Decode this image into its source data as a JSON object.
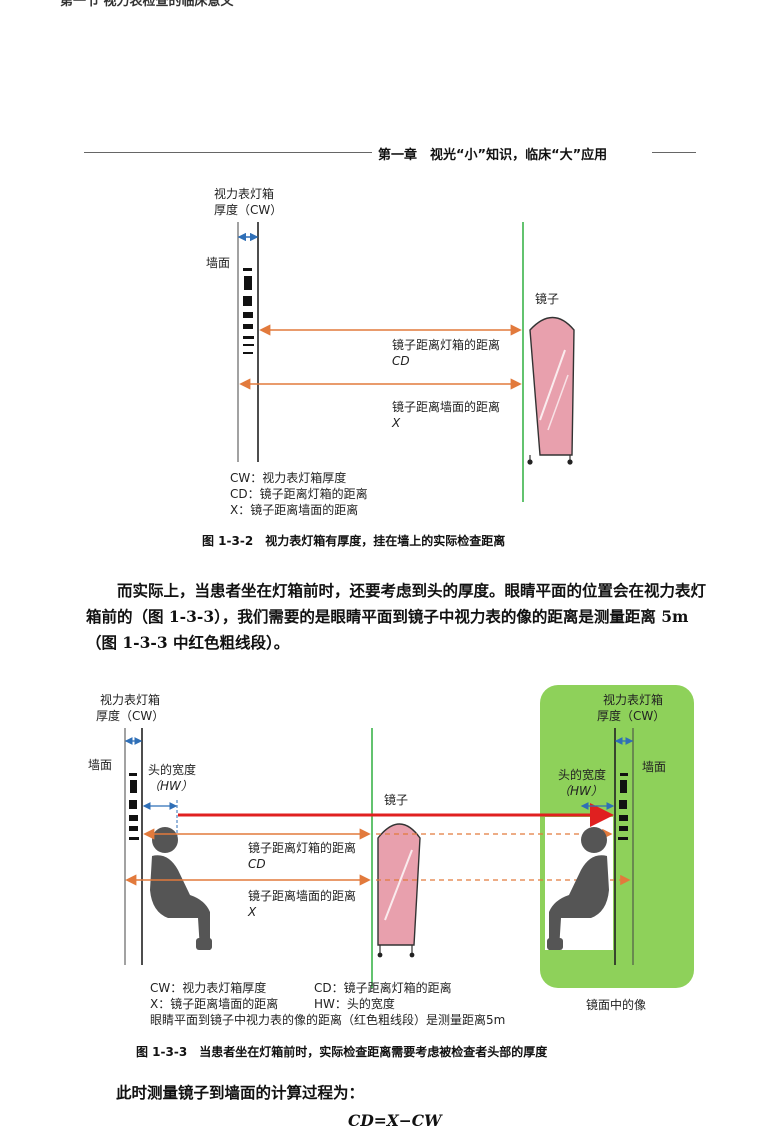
{
  "top_fragment": "第一节 视力表检查的临床意义",
  "running_header": "第一章　视光“小”知识，临床“大”应用",
  "figure1": {
    "label_cw_1": "视力表灯箱",
    "label_cw_2": "厚度（CW）",
    "label_wall": "墙面",
    "label_mirror": "镜子",
    "arrow_cd_label": "镜子距离灯箱的距离",
    "arrow_cd_sym": "CD",
    "arrow_x_label": "镜子距离墙面的距离",
    "arrow_x_sym": "X",
    "legend": [
      "CW：视力表灯箱厚度",
      "CD：镜子距离灯箱的距离",
      "X：镜子距离墙面的距离"
    ],
    "caption": "图 1-3-2　视力表灯箱有厚度，挂在墙上的实际检查距离"
  },
  "paragraph": "而实际上，当患者坐在灯箱前时，还要考虑到头的厚度。眼睛平面的位置会在视力表灯箱前的（图 1-3-3），我们需要的是眼睛平面到镜子中视力表的像的距离是测量距离 5m（图 1-3-3 中红色粗线段）。",
  "figure2": {
    "label_cw_1": "视力表灯箱",
    "label_cw_2": "厚度（CW）",
    "label_wall": "墙面",
    "label_hw_1": "头的宽度",
    "label_hw_2": "（HW）",
    "label_mirror": "镜子",
    "arrow_cd_label": "镜子距离灯箱的距离",
    "arrow_cd_sym": "CD",
    "arrow_x_label": "镜子距离墙面的距离",
    "arrow_x_sym": "X",
    "mirror_side_cw_1": "视力表灯箱",
    "mirror_side_cw_2": "厚度（CW）",
    "mirror_side_wall": "墙面",
    "mirror_side_hw_1": "头的宽度",
    "mirror_side_hw_2": "（HW）",
    "mirror_image_label": "镜面中的像",
    "legend_line1_a": "CW：视力表灯箱厚度",
    "legend_line1_b": "CD：镜子距离灯箱的距离",
    "legend_line2_a": "X：镜子距离墙面的距离",
    "legend_line2_b": "HW：头的宽度",
    "legend_line3": "眼睛平面到镜子中视力表的像的距离（红色粗线段）是测量距离5m",
    "caption": "图 1-3-3　当患者坐在灯箱前时，实际检查距离需要考虑被检查者头部的厚度"
  },
  "closing_text": "此时测量镜子到墙面的计算过程为：",
  "formula": "CD=X−CW",
  "colors": {
    "green": "#3cb44b",
    "mirror_fill": "#e8a0ad",
    "orange_arrow": "#e27a3c",
    "red_line": "#e02020",
    "blue_arrow": "#2f6fb7",
    "green_panel": "#8ed15a"
  }
}
